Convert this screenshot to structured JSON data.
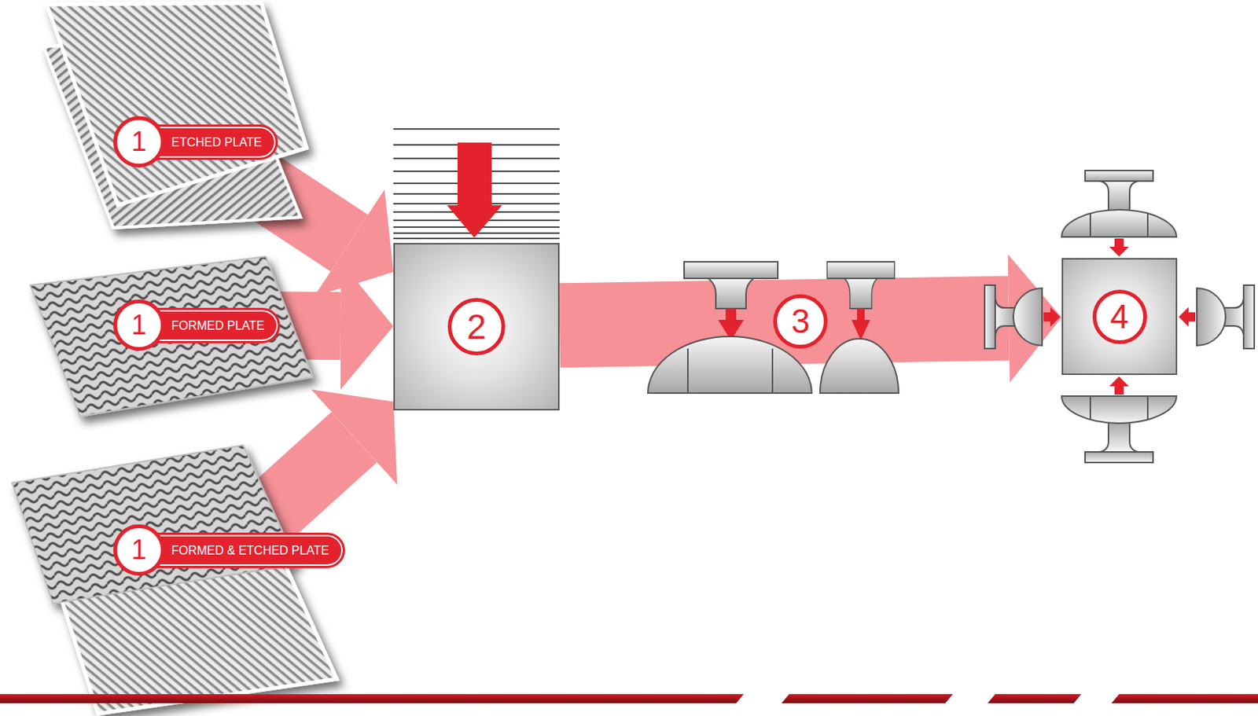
{
  "diagram": {
    "nodes": [
      {
        "text": [
          "1",
          "ETCHED PLATE"
        ]
      },
      {
        "text": [
          "1",
          "FORMED PLATE"
        ]
      },
      {
        "text": [
          "1",
          "FORMED & ETCHED PLATE"
        ]
      },
      {
        "text": [
          "2"
        ]
      },
      {
        "text": [
          "4"
        ]
      }
    ],
    "edges": [
      {
        "from": 0,
        "to": 3,
        "arrow": "to"
      },
      {
        "from": 1,
        "to": 3,
        "arrow": "to"
      },
      {
        "from": 2,
        "to": 3,
        "arrow": "to"
      },
      {
        "from": 3,
        "to": 4,
        "arrow": "to",
        "label": "3"
      }
    ]
  }
}
